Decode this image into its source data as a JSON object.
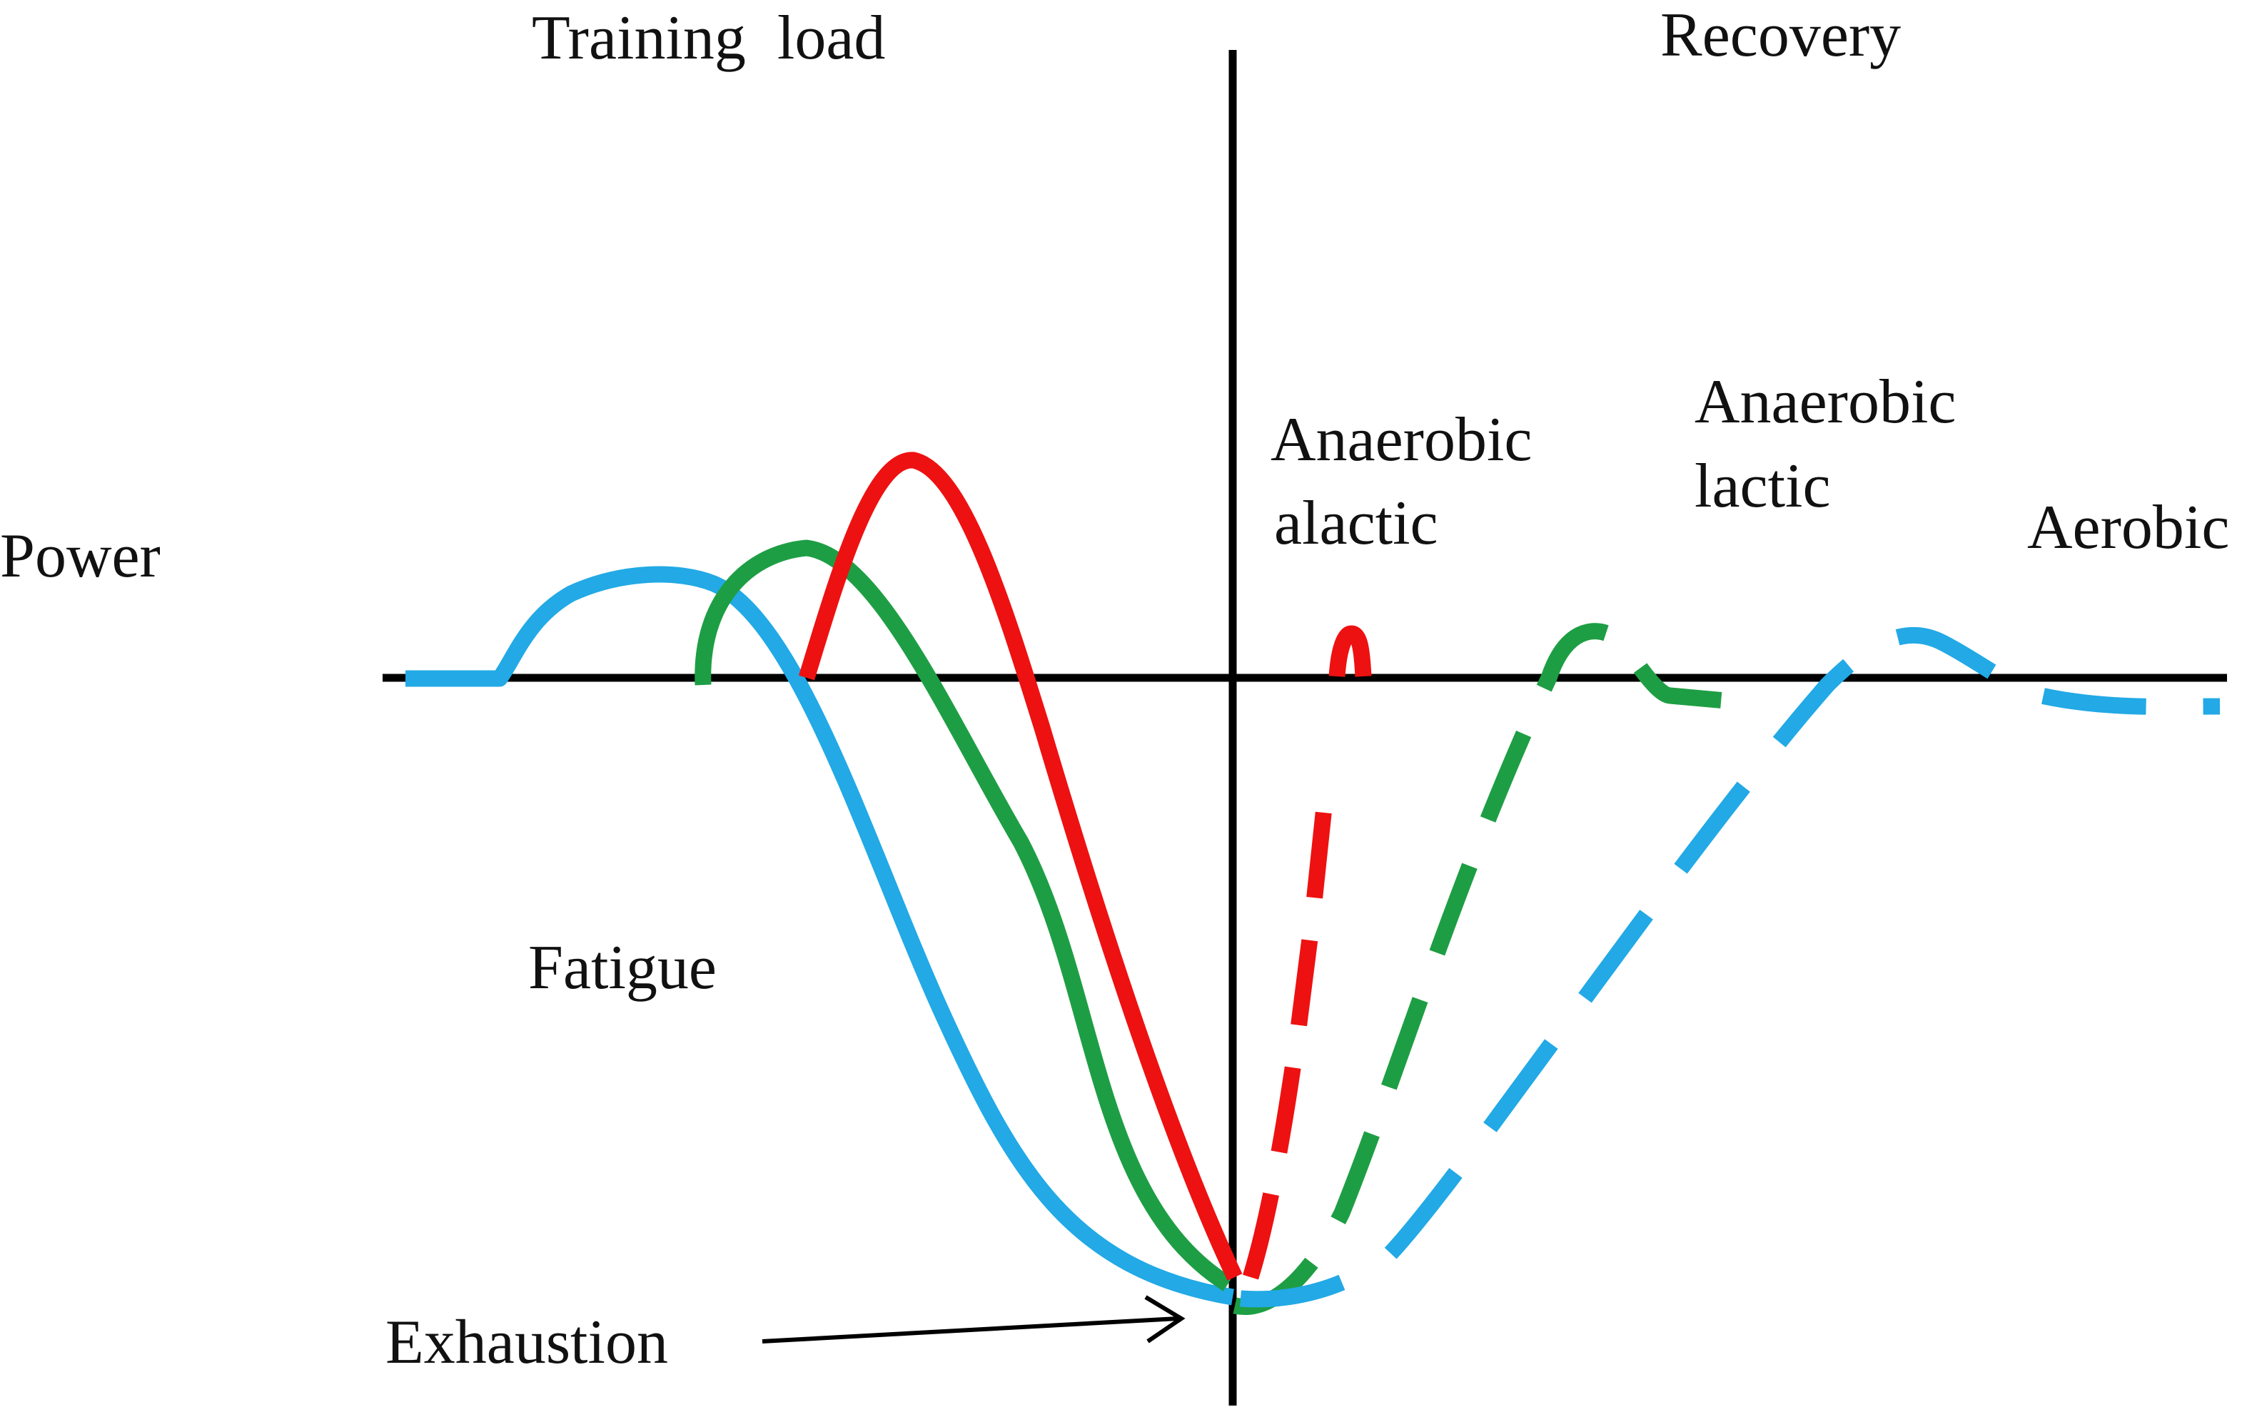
{
  "colors": {
    "anaerobic_alactic": "#ee1111",
    "anaerobic_lactic": "#1e9e44",
    "aerobic": "#22a9e6",
    "axis": "#000000",
    "text": "#111111"
  },
  "labels": {
    "training_load": "Training  load",
    "recovery": "Recovery",
    "power": "Power",
    "fatigue": "Fatigue",
    "exhaustion": "Exhaustion",
    "alactic_line1": "Anaerobic",
    "alactic_line2": "alactic",
    "lactic_line1": "Anaerobic",
    "lactic_line2": "lactic",
    "aerobic": "Aerobic"
  }
}
